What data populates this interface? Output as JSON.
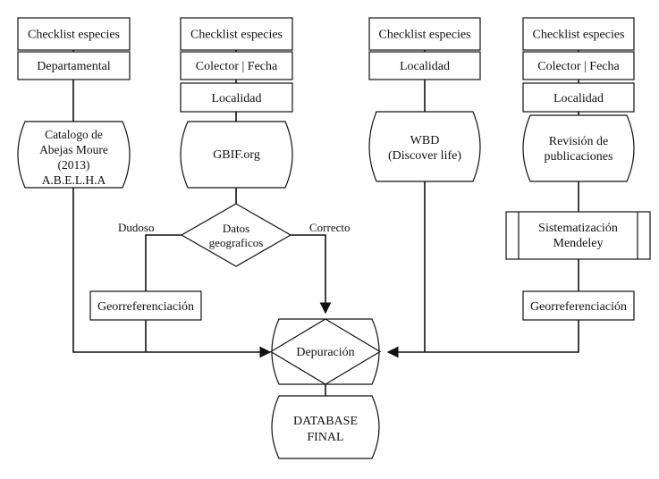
{
  "columns": {
    "c1": {
      "checklist": "Checklist especies",
      "departamental": "Departamental",
      "catalog_lines": [
        "Catalogo de",
        "Abejas Moure",
        "(2013)",
        "A.B.E.L.H.A"
      ]
    },
    "c2": {
      "checklist": "Checklist especies",
      "colector": "Colector | Fecha",
      "localidad": "Localidad",
      "gbif": "GBIF.org"
    },
    "c3": {
      "checklist": "Checklist especies",
      "localidad": "Localidad",
      "wbd_lines": [
        "WBD",
        "(Discover life)"
      ]
    },
    "c4": {
      "checklist": "Checklist especies",
      "colector": "Colector | Fecha",
      "localidad": "Localidad",
      "revision_lines": [
        "Revisión de",
        "publicaciones"
      ],
      "sistematizacion_lines": [
        "Sistematización",
        "Mendeley"
      ],
      "georef": "Georreferenciación"
    }
  },
  "decision": {
    "label_lines": [
      "Datos",
      "geograficos"
    ],
    "dudoso": "Dudoso",
    "correcto": "Correcto",
    "georef": "Georreferenciación"
  },
  "depuracion": "Depuración",
  "final_lines": [
    "DATABASE",
    "FINAL"
  ]
}
